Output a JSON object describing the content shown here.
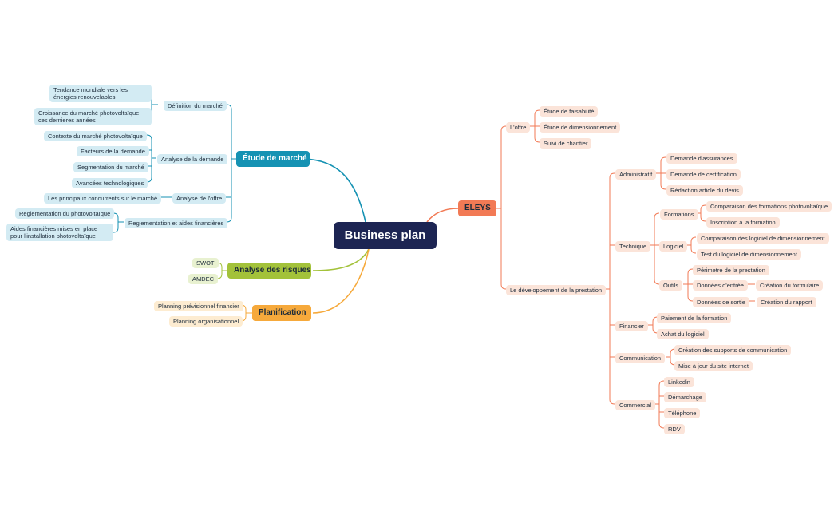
{
  "central": "Business plan",
  "colors": {
    "root": "#1d2553",
    "blue": "#1592b3",
    "green": "#a3c23a",
    "orange": "#f6a93b",
    "red": "#f27a55"
  },
  "etude": {
    "title": "Étude de marché",
    "definition": "Définition du marché",
    "tendance": "Tendance mondiale vers les énergies renouvelables",
    "croissance": "Croissance du marché photovoltaïque ces dernieres années",
    "analyse_demande": "Analyse de la demande",
    "contexte": "Contexte du marché photovoltaïque",
    "facteurs": "Facteurs de la demande",
    "segmentation": "Segmentation du marché",
    "avancees": "Avancées technologiques",
    "analyse_offre": "Analyse de l'offre",
    "concurrents": "Les principaux concurrents sur le marché",
    "reglementation_aides": "Reglementation et aides financières",
    "reglementation_pv": "Reglementation du photovoltaïque",
    "aides": "Aides financières mises en place pour l'installation photovoltaïque"
  },
  "risques": {
    "title": "Analyse des risques",
    "swot": "SWOT",
    "amdec": "AMDEC"
  },
  "planif": {
    "title": "Planification",
    "previsionnel": "Planning prévisionnel financier",
    "organisationnel": "Planning organisationnel"
  },
  "eleys": {
    "title": "ELEYS",
    "offre": "L'offre",
    "faisabilite": "Étude de faisabilité",
    "dimensionnement": "Étude de dimensionnement",
    "suivi": "Suivi de chantier",
    "developpement": "Le développement de la prestation",
    "administratif": "Administratif",
    "assurances": "Demande d'assurances",
    "certification": "Demande de certification",
    "redaction": "Rédaction article du devis",
    "technique": "Technique",
    "formations": "Formations",
    "comparaison_formations": "Comparaison des formations photovoltaïque",
    "inscription": "Inscription à la formation",
    "logiciel": "Logiciel",
    "comparaison_logiciel": "Comparaison des logiciel de dimensionnement",
    "test_logiciel": "Test du logiciel de dimensionnement",
    "outils": "Outils",
    "perimetre": "Périmetre de la prestation",
    "donnees_entree": "Données d'entrée",
    "creation_formulaire": "Création du formulaire",
    "donnees_sortie": "Données de sortie",
    "creation_rapport": "Création du rapport",
    "financier": "Financier",
    "paiement": "Paiement de la formation",
    "achat": "Achat du logiciel",
    "communication": "Communication",
    "supports": "Création des supports de communication",
    "site": "Mise à jour du site internet",
    "commercial": "Commercial",
    "linkedin": "Linkedin",
    "demarchage": "Démarchage",
    "telephone": "Téléphone",
    "rdv": "RDV"
  }
}
